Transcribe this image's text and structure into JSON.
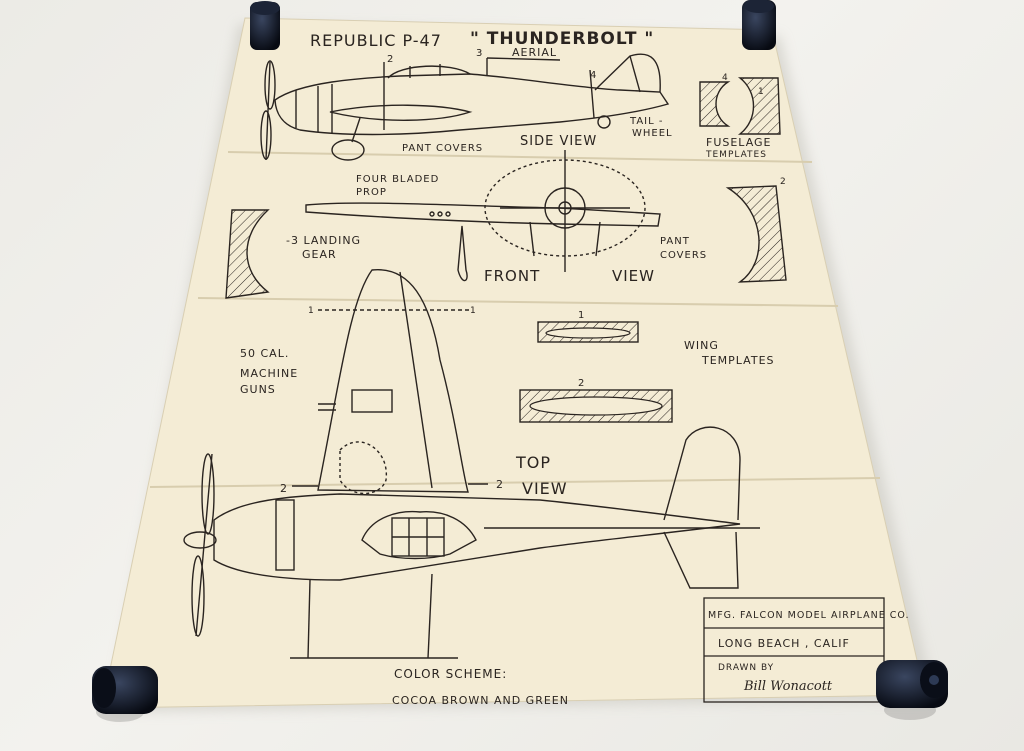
{
  "sheet": {
    "title_prefix": "REPUBLIC  P-47",
    "title_name": "\" THUNDERBOLT \"",
    "labels": {
      "num_1": "1",
      "num_2": "2",
      "num_3": "3",
      "num_4": "4",
      "aerial": "AERIAL",
      "tail_wheel_1": "TAIL -",
      "tail_wheel_2": "WHEEL",
      "pant_covers_side": "PANT COVERS",
      "side_view": "SIDE VIEW",
      "fuselage_templates_1": "FUSELAGE",
      "fuselage_templates_2": "TEMPLATES",
      "four_bladed_1": "FOUR BLADED",
      "four_bladed_2": "PROP",
      "landing_gear_1": "-3 LANDING",
      "landing_gear_2": "GEAR",
      "front": "FRONT",
      "view": "VIEW",
      "pant_covers_front_1": "PANT",
      "pant_covers_front_2": "COVERS",
      "guns_1": "50 CAL.",
      "guns_2": "MACHINE",
      "guns_3": "GUNS",
      "wing_templates_1": "WING",
      "wing_templates_2": "TEMPLATES",
      "top": "TOP",
      "top_view": "VIEW",
      "color_scheme": "COLOR SCHEME:",
      "color_value": "COCOA BROWN AND GREEN"
    },
    "title_block": {
      "mfg": "MFG. FALCON MODEL AIRPLANE CO.",
      "city": "LONG BEACH , CALIF",
      "drawn_by": "DRAWN BY",
      "signature": "Bill Wonacott"
    }
  }
}
